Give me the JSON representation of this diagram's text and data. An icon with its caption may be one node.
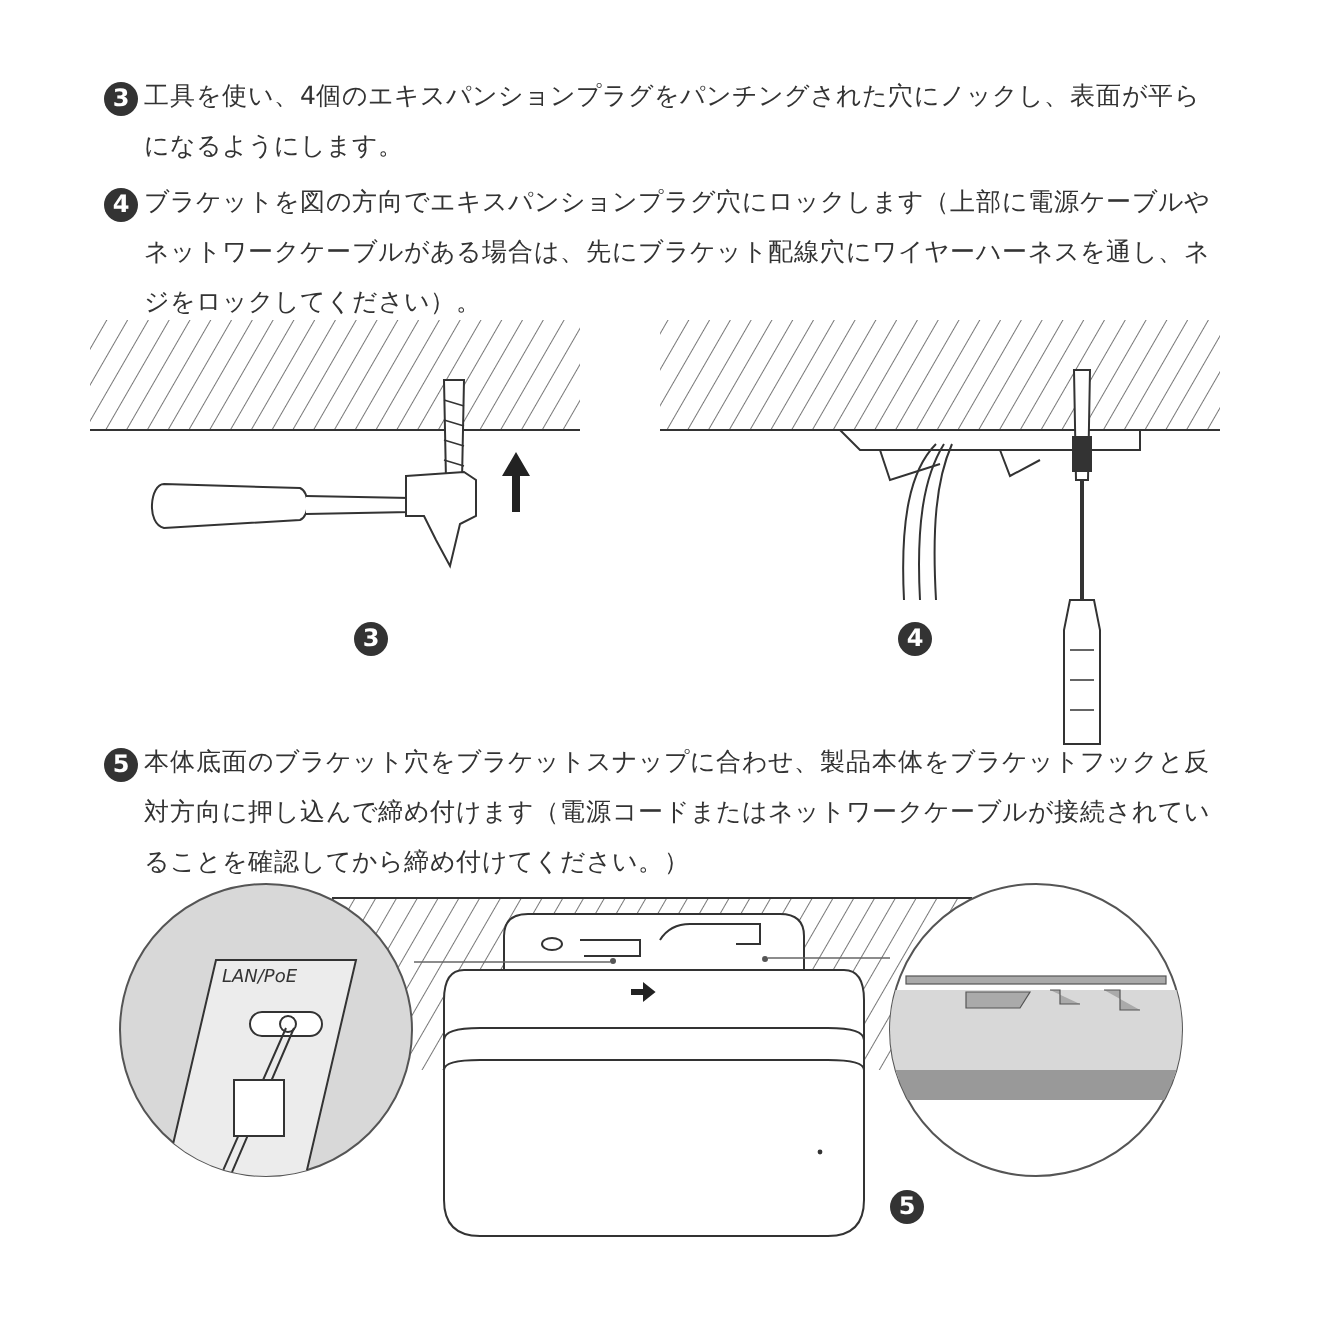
{
  "diagram": {
    "nodes": [
      {
        "text": [
          "LAN/PoE"
        ]
      },
      {
        "text": [],
        "shape": "circle"
      },
      {
        "text": [],
        "shape": "circle"
      },
      {
        "text": [],
        "shape": "picture"
      }
    ],
    "edges": [
      {
        "from": 0,
        "to": 1,
        "arrow": "none"
      },
      {
        "from": 3,
        "to": 2,
        "arrow": "none"
      }
    ],
    "labels": [
      "3",
      "工具を使い、4個のエキスパンションプラグをパンチングされた穴にノックし、表面が平らになるようにします。",
      "4",
      "ブラケットを図の方向でエキスパンションプラグ穴にロックします（上部に電源ケーブルやネットワークケーブルがある場合は、先にブラケット配線穴にワイヤーハーネスを通し、ネジをロックしてください）。",
      "3",
      "4",
      "5",
      "本体底面のブラケット穴をブラケットスナップに合わせ、製品本体をブラケットフックと反対方向に押し込んで締め付けます（電源コードまたはネットワークケーブルが接続されていることを確認してから締め付けてください。）",
      "5"
    ]
  }
}
